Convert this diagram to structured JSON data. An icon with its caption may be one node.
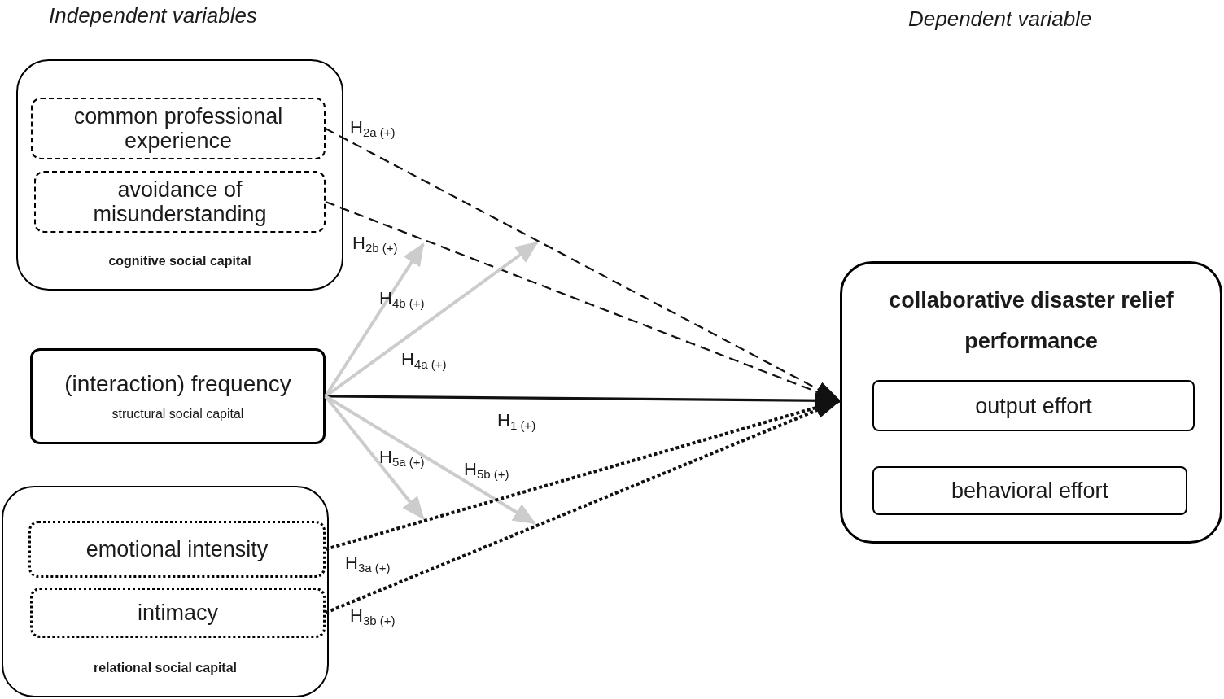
{
  "diagram": {
    "nodes": [
      {
        "text": [
          "cognitive social capital"
        ]
      },
      {
        "text": [
          "common professional experience"
        ],
        "in": 0
      },
      {
        "text": [
          "avoidance of misunderstanding"
        ],
        "in": 0
      },
      {
        "text": [
          "(interaction) frequency",
          "structural social capital"
        ]
      },
      {
        "text": [
          "relational social capital"
        ]
      },
      {
        "text": [
          "emotional intensity"
        ],
        "in": 4
      },
      {
        "text": [
          "intimacy"
        ],
        "in": 4
      },
      {
        "text": [
          "collaborative disaster relief performance"
        ]
      },
      {
        "text": [
          "output effort"
        ],
        "in": 7
      },
      {
        "text": [
          "behavioral effort"
        ],
        "in": 7
      }
    ],
    "edges": [
      {
        "from": 1,
        "to": 7,
        "arrow": "to",
        "label": "H$_{2a (+)}$",
        "style": "dashed"
      },
      {
        "from": 2,
        "to": 7,
        "arrow": "to",
        "label": "H$_{2b (+)}$",
        "style": "dashed"
      },
      {
        "from": 3,
        "to": null,
        "arrow": "to",
        "label": "H$_{4b (+)}$",
        "color": "#cccccc"
      },
      {
        "from": 3,
        "to": null,
        "arrow": "to",
        "label": "H$_{4a (+)}$",
        "color": "#cccccc"
      },
      {
        "from": 3,
        "to": 7,
        "arrow": "to",
        "label": "H$_{1 (+)}$"
      },
      {
        "from": 3,
        "to": null,
        "arrow": "to",
        "label": "H$_{5a (+)}$",
        "color": "#cccccc"
      },
      {
        "from": 3,
        "to": null,
        "arrow": "to",
        "label": "H$_{5b (+)}$",
        "color": "#cccccc"
      },
      {
        "from": 5,
        "to": 7,
        "arrow": "to",
        "label": "H$_{3a (+)}$",
        "style": "dashed"
      },
      {
        "from": 6,
        "to": 7,
        "arrow": "to",
        "label": "H$_{3b (+)}$",
        "style": "dashed"
      }
    ],
    "labels": [
      "Independent variables",
      "Dependent variable"
    ]
  }
}
